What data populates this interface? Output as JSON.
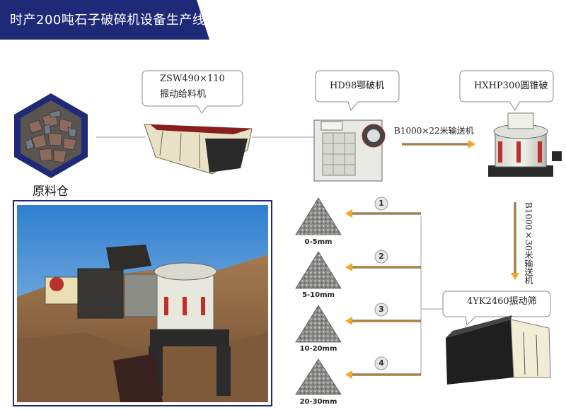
{
  "header": {
    "title": "时产200吨石子破碎机设备生产线",
    "color": "#1e2a78"
  },
  "storage": {
    "label": "原料仓",
    "icon": "stone-pile-icon"
  },
  "feeder": {
    "model": "ZSW490×110",
    "name": "振动给料机"
  },
  "jaw_crusher": {
    "label": "HD98鄂破机"
  },
  "cone_crusher": {
    "label": "HXHP300圆锥破"
  },
  "conveyor_1": {
    "label": "B1000×22米输送机"
  },
  "conveyor_2": {
    "label": "B1000×30米输送机"
  },
  "screen": {
    "label": "4YK2460振动筛"
  },
  "products": [
    {
      "number": "1",
      "size": "0-5mm"
    },
    {
      "number": "2",
      "size": "5-10mm"
    },
    {
      "number": "3",
      "size": "10-20mm"
    },
    {
      "number": "4",
      "size": "20-30mm"
    }
  ],
  "colors": {
    "arrow": "#f5a623",
    "callout_border": "#888888",
    "banner": "#1e2a78"
  }
}
